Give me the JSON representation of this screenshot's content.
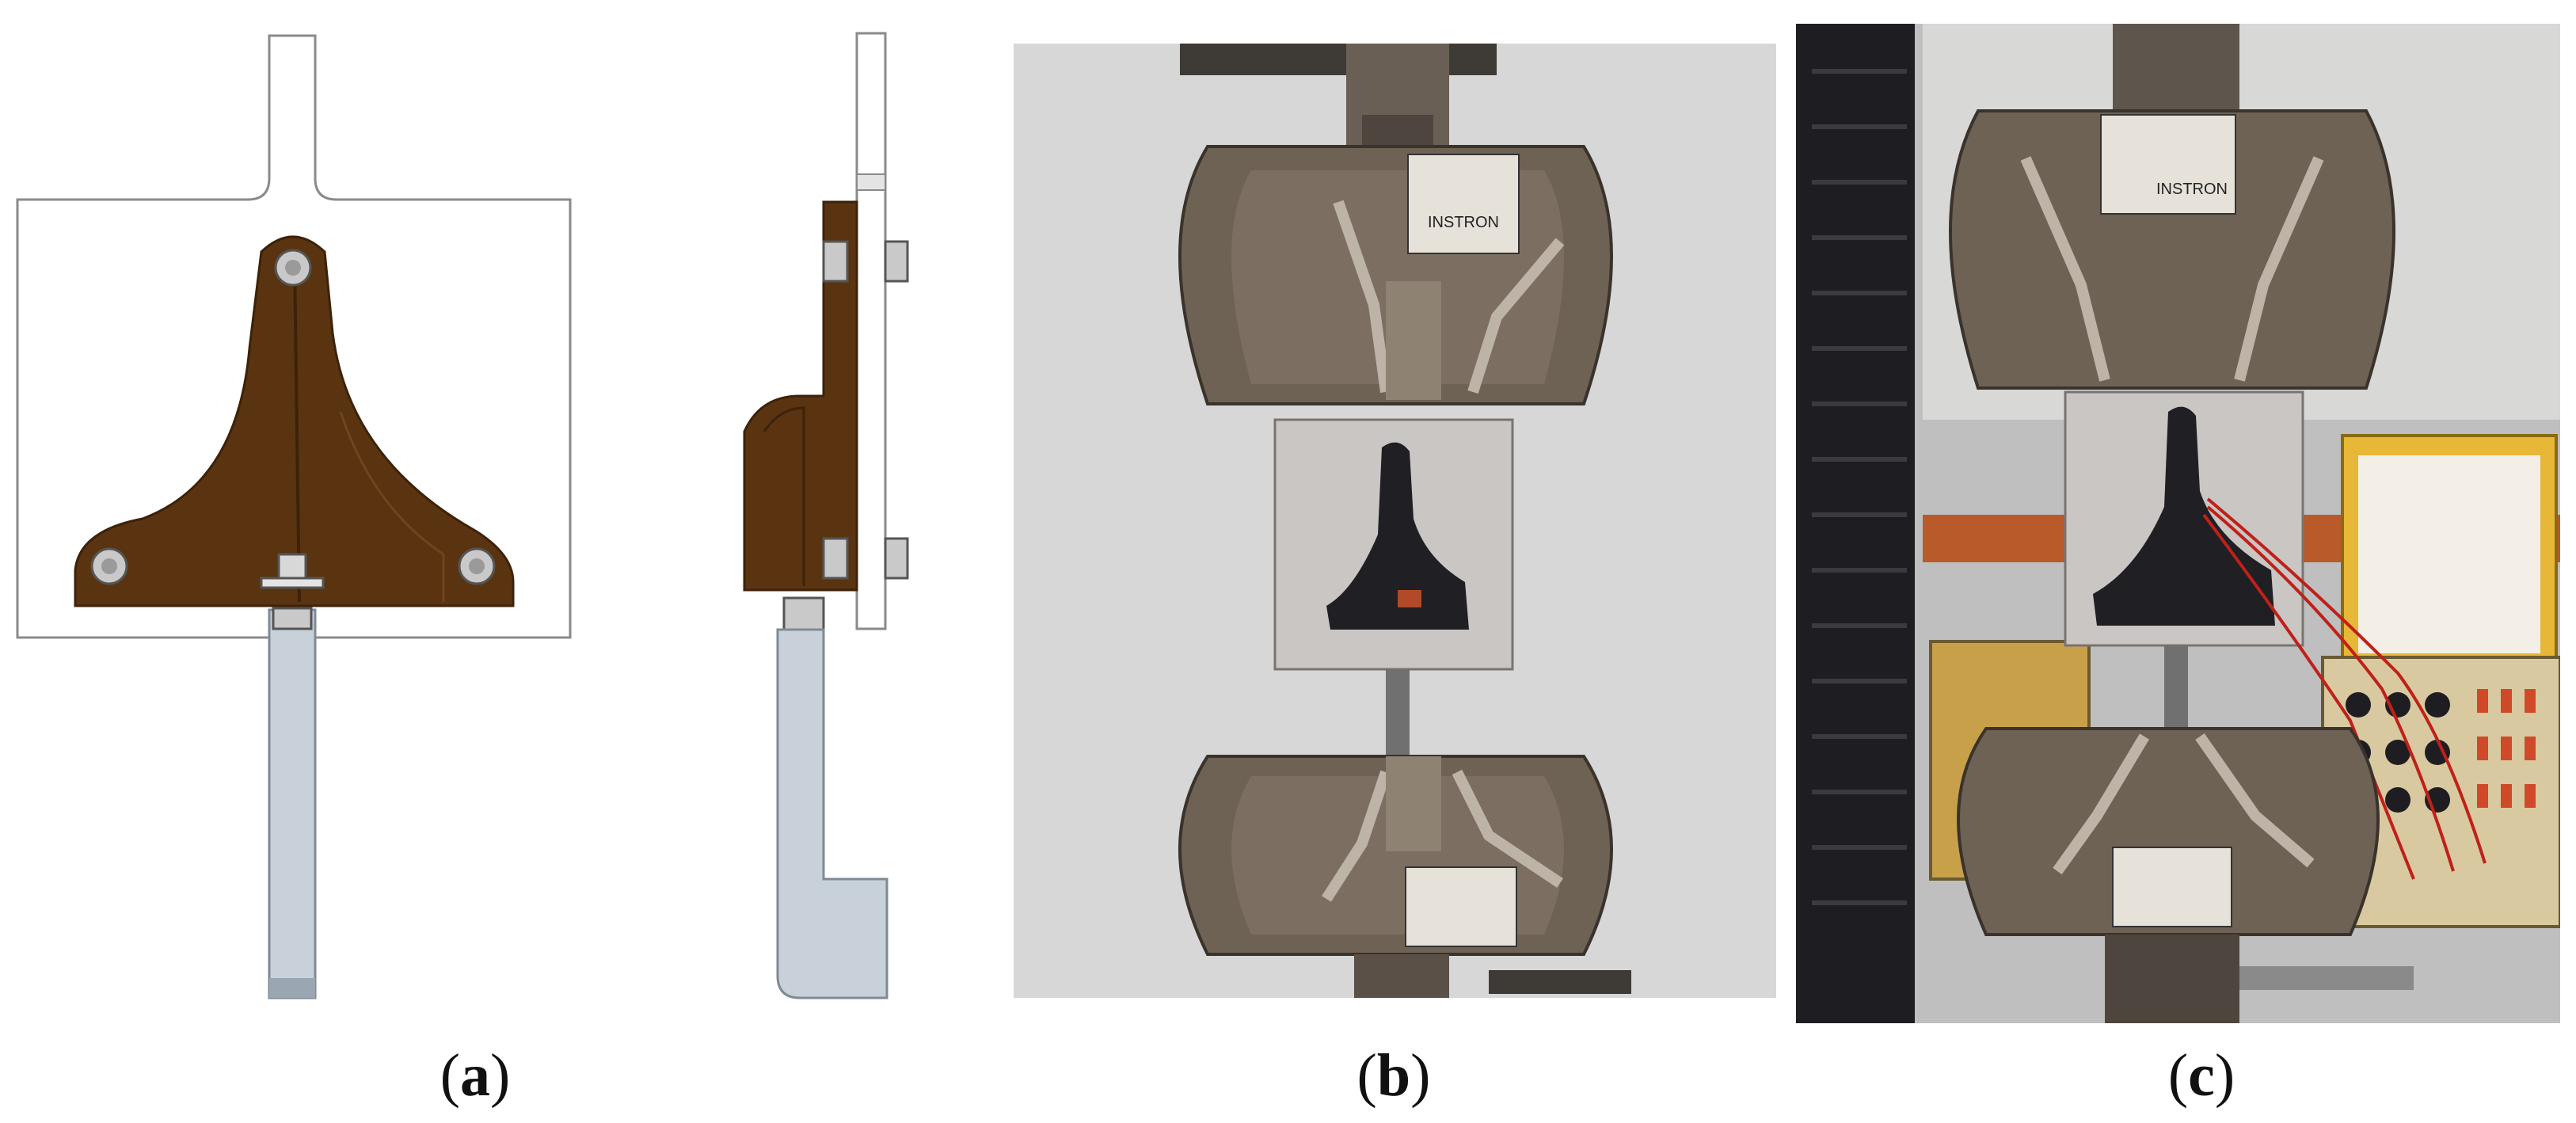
{
  "figure": {
    "panels": [
      {
        "id": "a",
        "caption_open": "(",
        "caption_letter": "a",
        "caption_close": ")",
        "content": "front-and-side-cad-drawing"
      },
      {
        "id": "b",
        "caption_open": "(",
        "caption_letter": "b",
        "caption_close": ")",
        "content": "photo-fixture-in-tensile-grips"
      },
      {
        "id": "c",
        "caption_open": "(",
        "caption_letter": "c",
        "caption_close": ")",
        "content": "photo-fixture-with-strain-gauge-wiring"
      }
    ],
    "grip_plate_label": "INSTRON",
    "colors": {
      "plate": "#ffffff",
      "plate_edge": "#8a8a8a",
      "bracket": "#5a3410",
      "bracket_dark": "#3d220a",
      "bar": "#c8d1da",
      "grip_metal": "#6e6255",
      "photo_wall": "#dcdcdc",
      "wire": "#c0201a",
      "case_yellow": "#e7b737"
    }
  }
}
